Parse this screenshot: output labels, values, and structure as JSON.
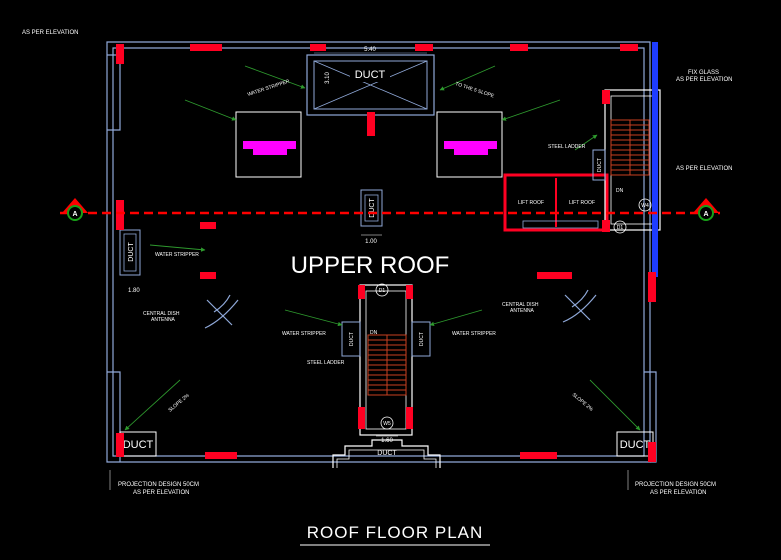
{
  "drawing": {
    "title": "ROOF FLOOR PLAN",
    "room_label": "UPPER ROOF",
    "section_marker": "A",
    "notes": {
      "elevation_top_left": "AS PER ELEVATION",
      "fix_glass": "FIX GLASS",
      "as_per_elevation": "AS PER ELEVATION",
      "projection_left": "PROJECTION  DESIGN 50CM",
      "projection_right": "PROJECTION  DESIGN 50CM"
    },
    "dimensions": {
      "duct_width": "5.40",
      "duct_height": "3.10",
      "small_duct": "1.00",
      "left_duct": "1.80",
      "bottom_duct": "1.60"
    },
    "labels": {
      "duct": "DUCT",
      "lift_roof": "LIFT ROOF",
      "steel_ladder": "STEEL LADDER",
      "water_stripper": "WATER STRIPPER",
      "water_stripper_rot_a": "WATER STRIPPER",
      "water_stripper_rot_b": "TO THE 5 SLOPE",
      "central_dish": "CENTRAL DISH ANTENNA",
      "dn": "DN",
      "door_d1": "D1",
      "window_w4": "W4",
      "window_w5": "W5",
      "slope_left": "SLOPE 2%",
      "slope_right": "SLOPE 2%"
    },
    "colors": {
      "background": "#000000",
      "wall": "#8fa8d8",
      "column": "#ff0022",
      "section_line": "#ff0000",
      "arrow": "#2e9a2e",
      "stair": "#c84020",
      "magenta": "#ff00ff",
      "glass": "#1e3cff",
      "marker": "#18a018"
    }
  }
}
